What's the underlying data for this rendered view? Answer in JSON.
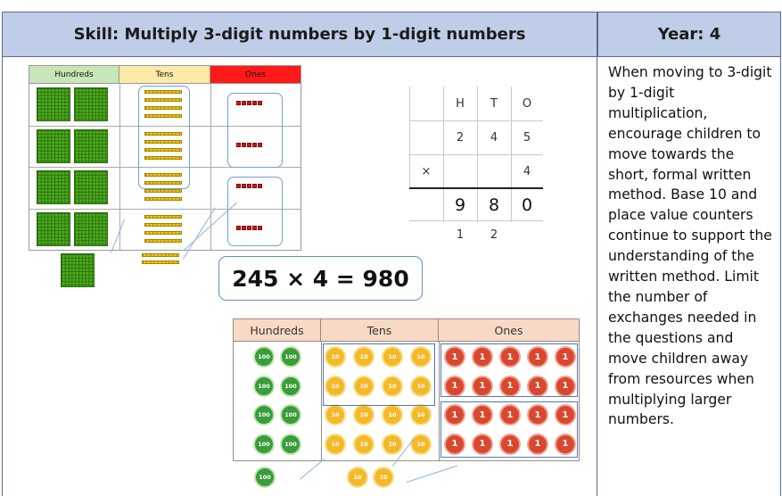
{
  "header": {
    "skill": "Skill: Multiply 3-digit numbers by 1-digit numbers",
    "year": "Year: 4"
  },
  "notes": "When moving to 3-digit by 1-digit multiplication, encourage children to move towards the short, formal written method. Base 10 and place value counters continue to support the understanding of the written method. Limit the number of exchanges needed in the questions and move children away from resources when multiplying larger numbers.",
  "base10_table": {
    "headers": [
      "Hundreds",
      "Tens",
      "Ones"
    ],
    "header_colors": [
      "#c8e6b8",
      "#fde9a8",
      "#ff1a1a"
    ],
    "rows": 4,
    "hundreds_per_row": 2,
    "tens_per_row": 4,
    "ones_per_row": 5,
    "exchanged_hundreds": 1,
    "exchanged_tens": 2
  },
  "hto_grid": {
    "headers": [
      "H",
      "T",
      "O"
    ],
    "row1": [
      "2",
      "4",
      "5"
    ],
    "row2": [
      "×",
      "",
      "",
      "4"
    ],
    "answer": [
      "9",
      "8",
      "0"
    ],
    "carries": [
      "1",
      "2"
    ]
  },
  "equation": "245 × 4 = 980",
  "counters_table": {
    "headers": [
      "Hundreds",
      "Tens",
      "Ones"
    ],
    "hundred_label": "100",
    "ten_label": "10",
    "one_label": "1",
    "rows": 4,
    "hundreds_per_row": 2,
    "tens_per_row": 4,
    "ones_per_row": 5,
    "exchanged_hundreds": 1,
    "exchanged_tens": 2
  }
}
